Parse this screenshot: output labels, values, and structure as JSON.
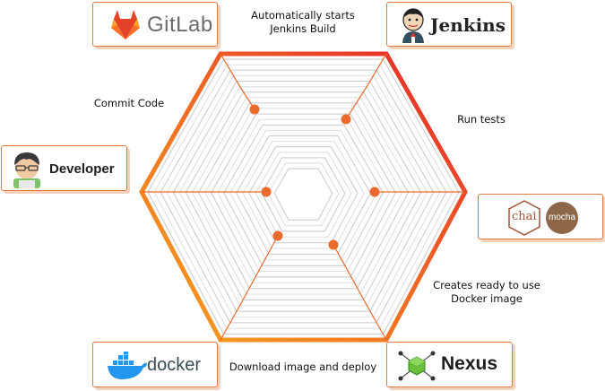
{
  "tools": {
    "gitlab": "GitLab",
    "jenkins": "Jenkins",
    "developer": "Developer",
    "chai": "chai",
    "mocha": "mocha",
    "docker": "docker",
    "nexus": "Nexus"
  },
  "steps": {
    "commit": "Commit Code",
    "auto_build_1": "Automatically starts",
    "auto_build_2": "Jenkins Build",
    "run_tests": "Run tests",
    "docker_image_1": "Creates ready to use",
    "docker_image_2": "Docker image",
    "download_deploy": "Download image and deploy"
  },
  "colors": {
    "hex_red": "#e8302a",
    "hex_orange": "#f29322",
    "node": "#ec6a2c",
    "box_border": "#e07a3c"
  },
  "icons": [
    "gitlab-fox-icon",
    "jenkins-butler-icon",
    "developer-avatar-icon",
    "chai-hexagon-icon",
    "mocha-circle-icon",
    "docker-whale-icon",
    "nexus-cube-icon"
  ]
}
